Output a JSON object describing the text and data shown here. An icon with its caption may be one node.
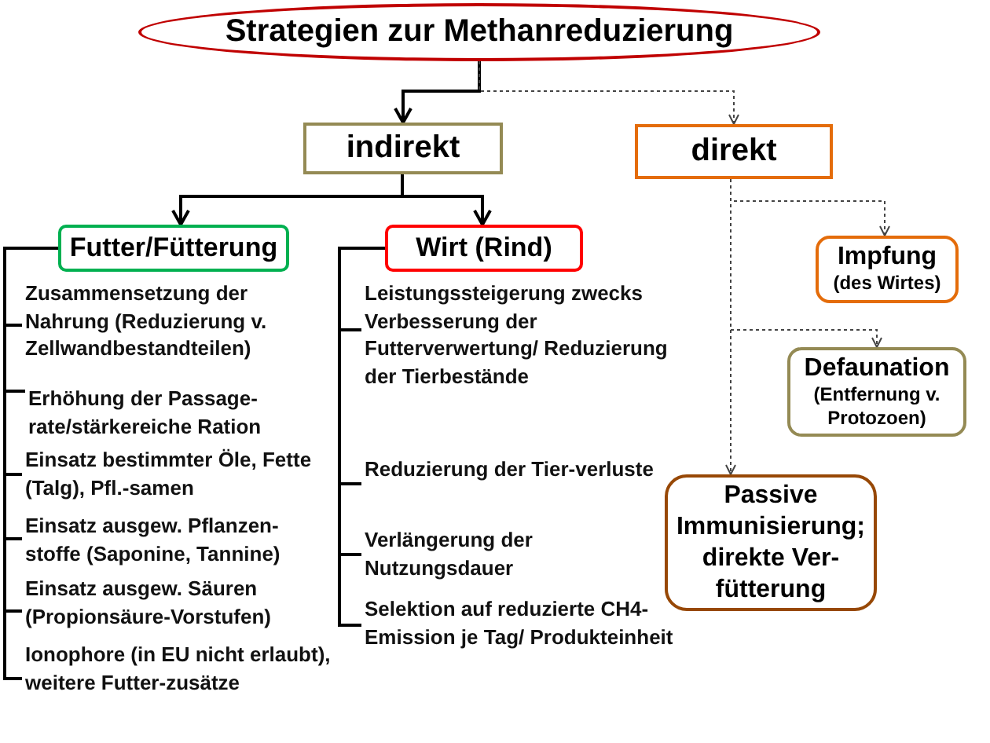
{
  "diagram": {
    "nodes": [
      {
        "text": [
          "Strategien zur Methanreduzierung"
        ]
      },
      {
        "text": [
          "indirekt"
        ]
      },
      {
        "text": [
          "direkt"
        ]
      },
      {
        "text": [
          "Futter/Fütterung"
        ]
      },
      {
        "text": [
          "Wirt (Rind)"
        ]
      },
      {
        "text": [
          "Impfung",
          "(des Wirtes)"
        ]
      },
      {
        "text": [
          "Defaunation",
          "(Entfernung v. Protozoen)"
        ]
      },
      {
        "text": [
          "Passive Immunisierung; direkte Ver-fütterung"
        ]
      },
      {
        "text": [
          "Zusammensetzung der Nahrung (Reduzierung v. Zellwandbestandteilen)"
        ]
      },
      {
        "text": [
          "Erhöhung der Passage-rate/stärkereiche Ration"
        ]
      },
      {
        "text": [
          "Einsatz bestimmter Öle, Fette (Talg), Pfl.-samen"
        ]
      },
      {
        "text": [
          "Einsatz ausgew. Pflanzen-stoffe (Saponine, Tannine)"
        ]
      },
      {
        "text": [
          "Einsatz ausgew. Säuren (Propionsäure-Vorstufen)"
        ]
      },
      {
        "text": [
          "Ionophore (in EU nicht erlaubt), weitere Futter-zusätze"
        ]
      },
      {
        "text": [
          "Leistungssteigerung zwecks Verbesserung der Futterverwertung/ Reduzierung der Tierbestände"
        ]
      },
      {
        "text": [
          "Reduzierung der Tier-verluste"
        ]
      },
      {
        "text": [
          "Verlängerung der Nutzungsdauer"
        ]
      },
      {
        "text": [
          "Selektion auf reduzierte CH4-Emission je Tag/ Produkteinheit"
        ]
      }
    ],
    "edges": [
      {
        "from": 0,
        "to": 1,
        "arrow": "to"
      },
      {
        "from": 0,
        "to": 2,
        "arrow": "to",
        "style": "dashed"
      },
      {
        "from": 1,
        "to": 3,
        "arrow": "to"
      },
      {
        "from": 1,
        "to": 4,
        "arrow": "to"
      },
      {
        "from": 2,
        "to": 5,
        "arrow": "to",
        "style": "dashed"
      },
      {
        "from": 2,
        "to": 6,
        "arrow": "to",
        "style": "dashed"
      },
      {
        "from": 2,
        "to": 7,
        "arrow": "to",
        "style": "dashed"
      },
      {
        "from": 3,
        "to": 8,
        "arrow": "none"
      },
      {
        "from": 3,
        "to": 9,
        "arrow": "none"
      },
      {
        "from": 3,
        "to": 10,
        "arrow": "none"
      },
      {
        "from": 3,
        "to": 11,
        "arrow": "none"
      },
      {
        "from": 3,
        "to": 12,
        "arrow": "none"
      },
      {
        "from": 3,
        "to": 13,
        "arrow": "none"
      },
      {
        "from": 4,
        "to": 14,
        "arrow": "none"
      },
      {
        "from": 4,
        "to": 15,
        "arrow": "none"
      },
      {
        "from": 4,
        "to": 16,
        "arrow": "none"
      },
      {
        "from": 4,
        "to": 17,
        "arrow": "none"
      }
    ]
  }
}
